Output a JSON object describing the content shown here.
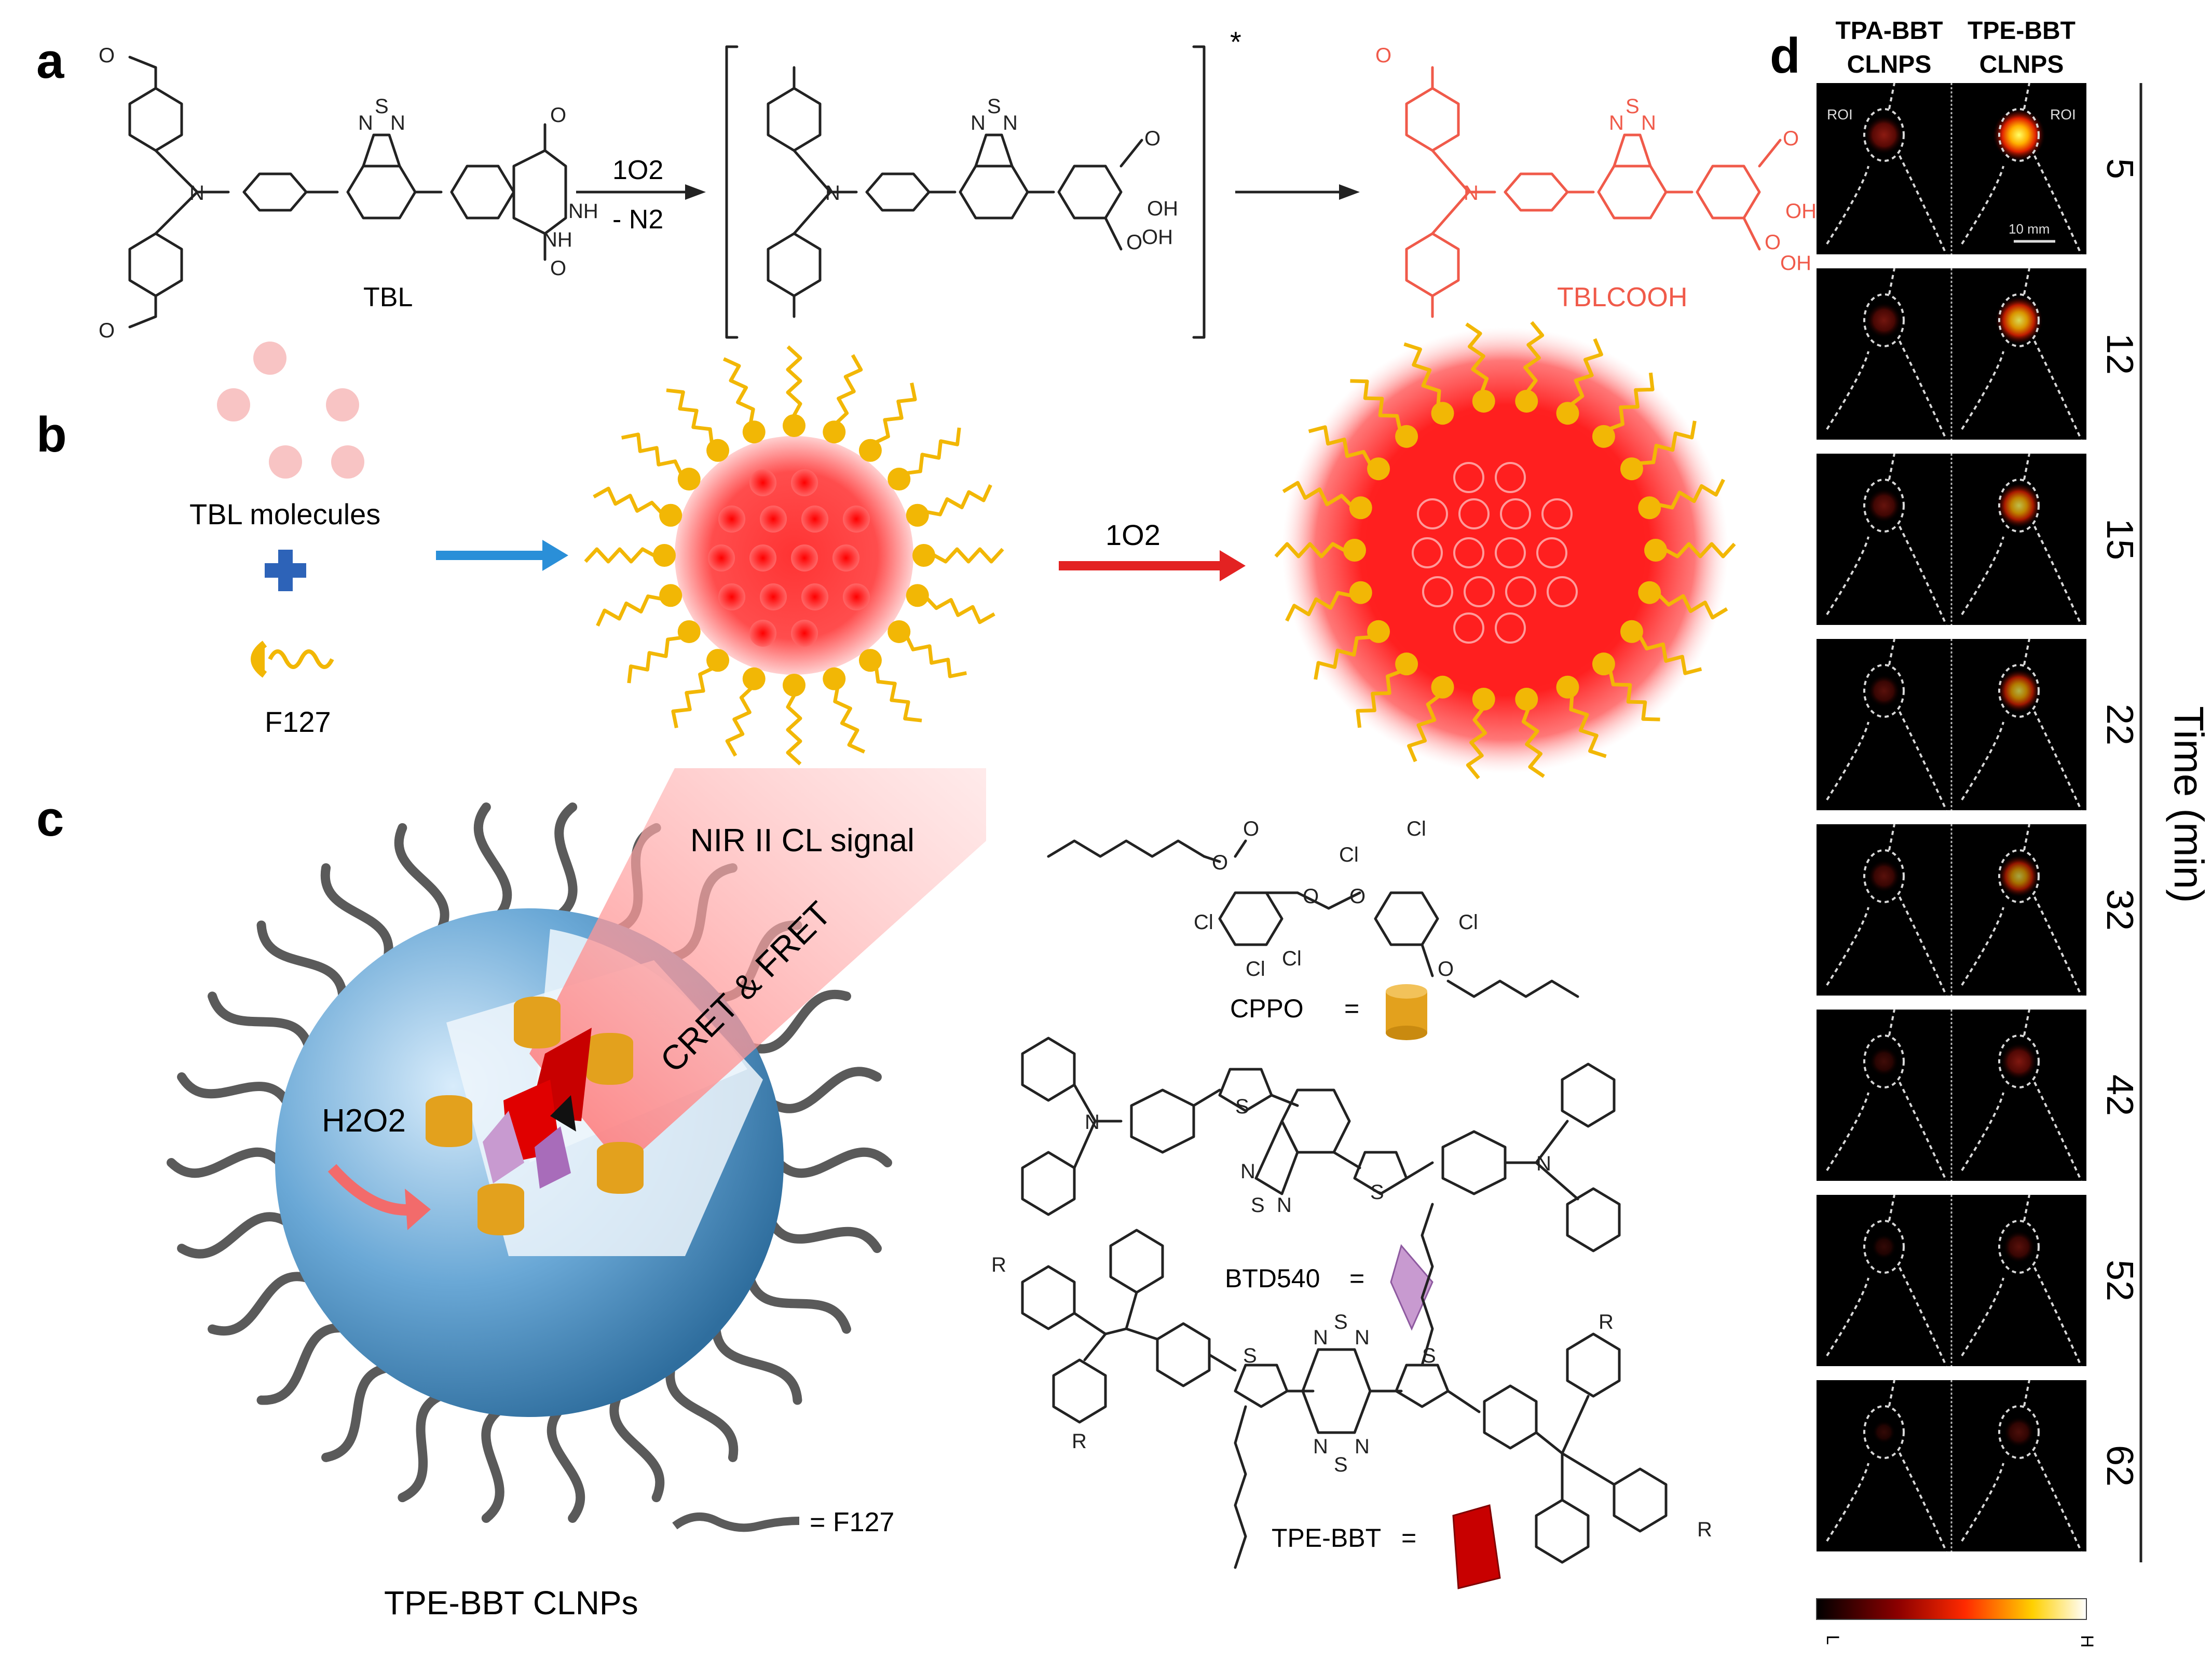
{
  "panels": {
    "a": {
      "label": "a",
      "reactant": "TBL",
      "product": "TBLCOOH",
      "reagent_main": "1O2",
      "reagent_sub": "- N2",
      "intermediate_mark": "*",
      "atoms": {
        "S": "S",
        "N": "N",
        "O": "O",
        "NH": "NH",
        "OH": "OH",
        "methoxy": "O"
      }
    },
    "b": {
      "label": "b",
      "molecules_label": "TBL molecules",
      "polymer_label": "F127",
      "reagent": "1O2"
    },
    "c": {
      "label": "c",
      "signal_label": "NIR II CL signal",
      "transfer_label": "CRET & FRET",
      "oxidant_label": "H2O2",
      "polymer_legend": "= F127",
      "nanoparticle_label": "TPE-BBT CLNPs",
      "cppo_label": "CPPO",
      "btd_label": "BTD540",
      "tpe_label": "TPE-BBT",
      "equals": "=",
      "atoms": {
        "Cl": "Cl",
        "O": "O",
        "S": "S",
        "N": "N",
        "R": "R"
      }
    },
    "d": {
      "label": "d",
      "col1_line1": "TPA-BBT",
      "col1_line2": "CLNPS",
      "col2_line1": "TPE-BBT",
      "col2_line2": "CLNPS",
      "roi": "ROI",
      "scalebar": "10 mm",
      "axis_label": "Time (min)",
      "times": [
        "5",
        "12",
        "15",
        "22",
        "32",
        "42",
        "52",
        "62"
      ],
      "colorbar_low": "L",
      "colorbar_high": "H",
      "signal_levels_tpa": [
        0.55,
        0.45,
        0.4,
        0.35,
        0.35,
        0.25,
        0.12,
        0.05
      ],
      "signal_levels_tpe": [
        1.0,
        0.85,
        0.75,
        0.7,
        0.65,
        0.5,
        0.35,
        0.3
      ]
    }
  },
  "colors": {
    "product_red": "#f05a4a",
    "f127_yellow": "#f2b705",
    "core_red": "#ff2a2a",
    "sphere_blue": "#6aa8d6",
    "arrow_blue": "#2a8fd8",
    "arrow_red": "#e32222"
  }
}
